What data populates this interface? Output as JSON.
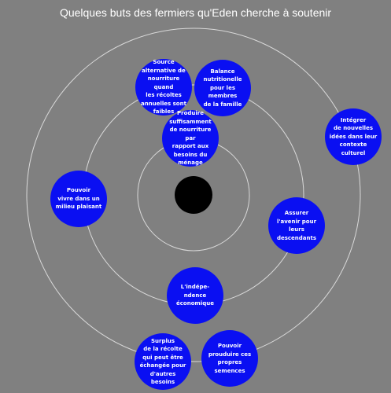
{
  "title": "Quelques buts des fermiers qu'Eden cherche à soutenir",
  "colors": {
    "background": "#808080",
    "goal": "#0a0ff2",
    "ring": "#d9d9d9",
    "center": "#000000"
  },
  "goals": [
    {
      "id": "source",
      "text": "Source\nalternative de\nnourriture quand\nles récoltes\nannuelles sont\nfaibles"
    },
    {
      "id": "balance",
      "text": "Balance\nnutritionelle\npour les membres\nde la famille"
    },
    {
      "id": "produire",
      "text": "Produire\nsuffisamment\nde nourriture par\nrapport aux\nbesoins du\nménage"
    },
    {
      "id": "integrer",
      "text": "Intégrer\nde nouvelles\nidées dans leur\ncontexte culturel"
    },
    {
      "id": "pouvoir-vivre",
      "text": "Pouvoir\nvivre dans un\nmilieu plaisant"
    },
    {
      "id": "assurer",
      "text": "Assurer\nl'avenir pour\nleurs descendants"
    },
    {
      "id": "independence",
      "text": "L'indépe-\nndence\néconomique"
    },
    {
      "id": "surplus",
      "text": "Surplus\nde la récolte\nqui peut être\néchangée pour\nd'autres\nbesoins"
    },
    {
      "id": "semences",
      "text": "Pouvoir\nprouduire ces\npropres semences"
    }
  ]
}
